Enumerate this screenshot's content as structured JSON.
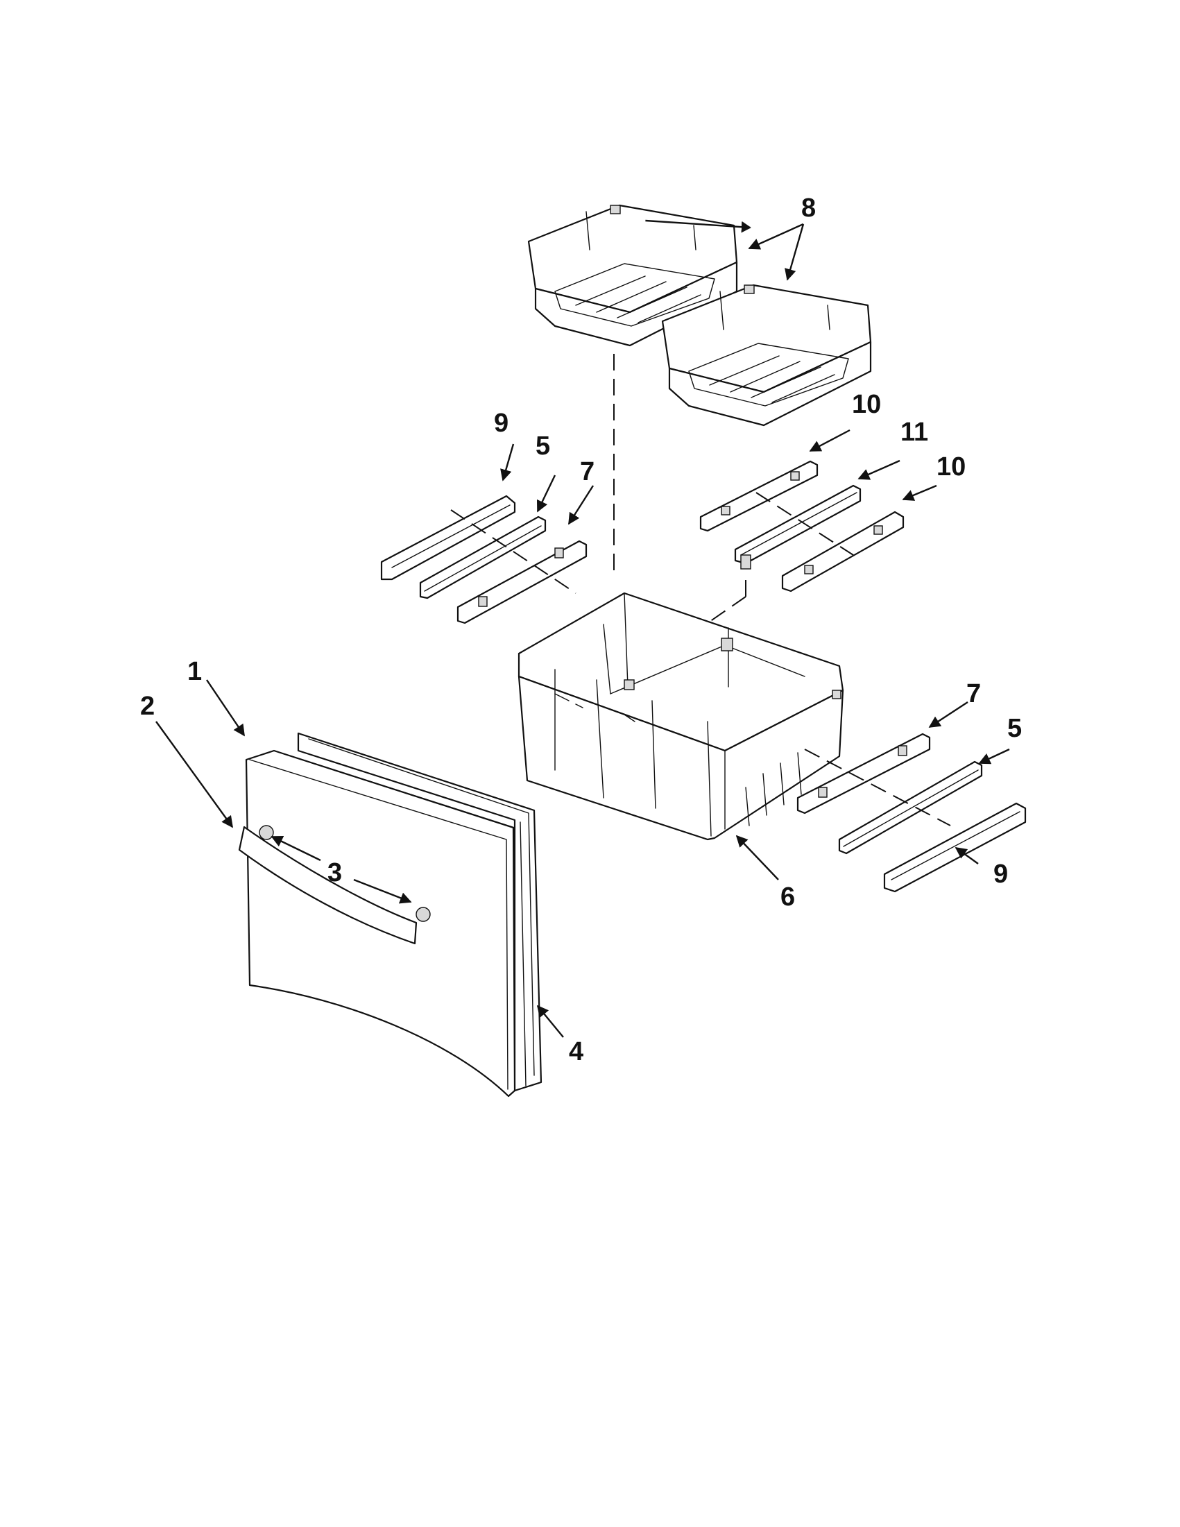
{
  "callouts": {
    "c1": "1",
    "c2": "2",
    "c3": "3",
    "c4": "4",
    "c5a": "5",
    "c5b": "5",
    "c6": "6",
    "c7a": "7",
    "c7b": "7",
    "c8": "8",
    "c9a": "9",
    "c9b": "9",
    "c10a": "10",
    "c10b": "10",
    "c11": "11"
  }
}
